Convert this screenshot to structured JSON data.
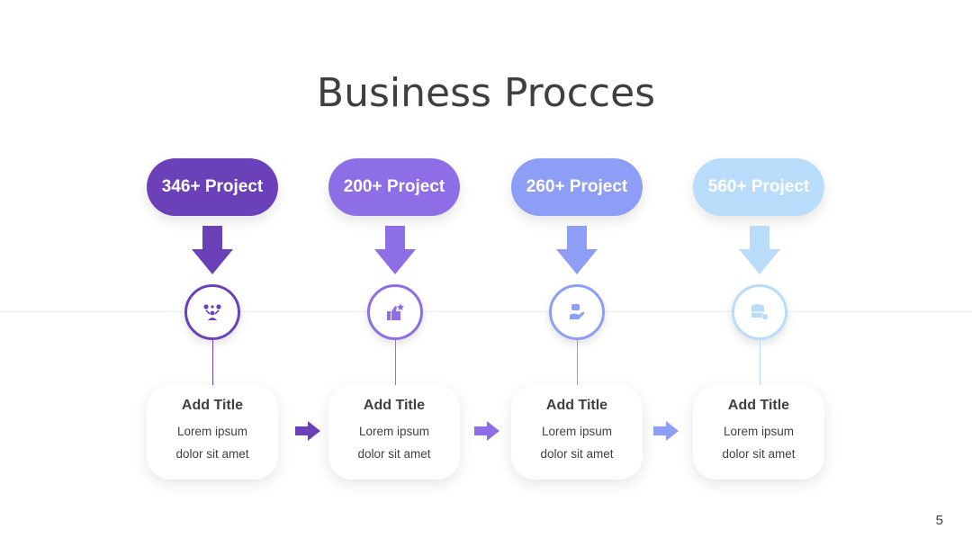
{
  "title": "Business Procces",
  "page_number": "5",
  "steps": [
    {
      "badge": "346+ Project",
      "color": "#6a41b8",
      "icon": "team-network-icon",
      "card_title": "Add Title",
      "line1": "Lorem ipsum",
      "line2": "dolor sit amet"
    },
    {
      "badge": "200+ Project",
      "color": "#8d6ee6",
      "icon": "thumbs-up-star-icon",
      "card_title": "Add Title",
      "line1": "Lorem ipsum",
      "line2": "dolor sit amet"
    },
    {
      "badge": "260+ Project",
      "color": "#8e9ef7",
      "icon": "hand-holding-icon",
      "card_title": "Add Title",
      "line1": "Lorem ipsum",
      "line2": "dolor sit amet"
    },
    {
      "badge": "560+ Project",
      "color": "#b9dcfb",
      "icon": "server-settings-icon",
      "card_title": "Add Title",
      "line1": "Lorem ipsum",
      "line2": "dolor sit amet"
    }
  ]
}
